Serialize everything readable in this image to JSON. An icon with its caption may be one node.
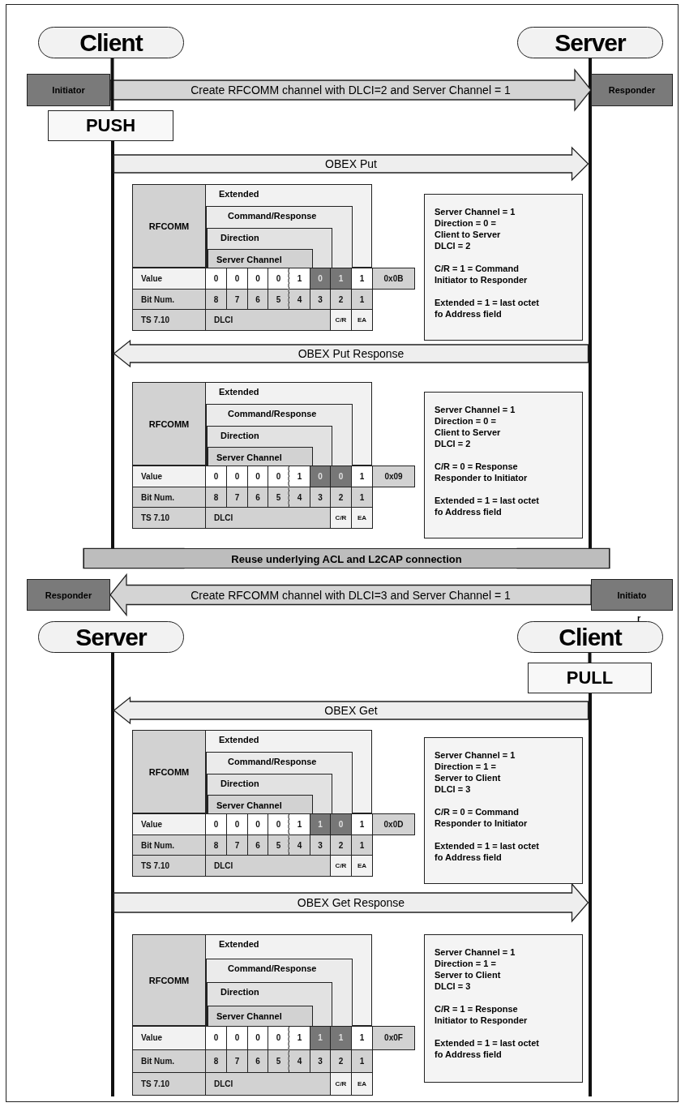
{
  "diagram": {
    "nodes": [
      {
        "text": [
          "Client"
        ]
      },
      {
        "text": [
          "Server"
        ]
      },
      {
        "text": [
          "Initiator"
        ]
      },
      {
        "text": [
          "Responder"
        ]
      },
      {
        "text": [
          "PUSH"
        ]
      },
      {
        "text": [
          "RFCOMM"
        ]
      },
      {
        "text": [
          "Extended"
        ]
      },
      {
        "text": [
          "Command/Response"
        ],
        "in": 6
      },
      {
        "text": [
          "Direction"
        ],
        "in": 7
      },
      {
        "text": [
          "Server Channel"
        ],
        "in": 8
      },
      {
        "text": [
          "Server Channel = 1",
          "Direction = 0 =",
          "Client to Server",
          "DLCI = 2",
          "C/R = 1 = Command",
          "Initiator to Responder",
          "Extended = 1 = last octet",
          "fo Address field"
        ]
      },
      {
        "text": [
          "RFCOMM"
        ]
      },
      {
        "text": [
          "Extended"
        ]
      },
      {
        "text": [
          "Command/Response"
        ],
        "in": 12
      },
      {
        "text": [
          "Direction"
        ],
        "in": 13
      },
      {
        "text": [
          "Server Channel"
        ],
        "in": 14
      },
      {
        "text": [
          "Server Channel = 1",
          "Direction = 0 =",
          "Client to Server",
          "DLCI = 2",
          "C/R = 0 = Response",
          "Responder to Initiator",
          "Extended = 1 = last octet",
          "fo Address field"
        ]
      },
      {
        "text": [
          "Reuse underlying ACL and L2CAP connection"
        ]
      },
      {
        "text": [
          "Responder"
        ]
      },
      {
        "text": [
          "Initiato"
        ]
      },
      {
        "text": [
          "Server"
        ]
      },
      {
        "text": [
          "Client"
        ]
      },
      {
        "text": [
          "PULL"
        ]
      },
      {
        "text": [
          "RFCOMM"
        ]
      },
      {
        "text": [
          "Extended"
        ]
      },
      {
        "text": [
          "Command/Response"
        ],
        "in": 24
      },
      {
        "text": [
          "Direction"
        ],
        "in": 25
      },
      {
        "text": [
          "Server Channel"
        ],
        "in": 26
      },
      {
        "text": [
          "Server Channel = 1",
          "Direction = 1 =",
          "Server to Client",
          "DLCI = 3",
          "C/R = 0 = Command",
          "Responder to Initiator",
          "Extended = 1 = last octet",
          "fo Address field"
        ]
      },
      {
        "text": [
          "RFCOMM"
        ]
      },
      {
        "text": [
          "Extended"
        ]
      },
      {
        "text": [
          "Command/Response"
        ],
        "in": 30
      },
      {
        "text": [
          "Direction"
        ],
        "in": 31
      },
      {
        "text": [
          "Server Channel"
        ],
        "in": 32
      },
      {
        "text": [
          "Server Channel = 1",
          "Direction = 1 =",
          "Server to Client",
          "DLCI = 3",
          "C/R = 1 = Response",
          "Initiator to Responder",
          "Extended = 1 = last octet",
          "fo Address field"
        ]
      },
      {
        "text": [],
        "shape": "bar"
      },
      {
        "text": [],
        "shape": "bar"
      },
      {
        "text": [],
        "shape": "bar"
      },
      {
        "text": [],
        "shape": "bar"
      }
    ],
    "edges": [
      {
        "from": 2,
        "to": 3,
        "arrow": "to",
        "label": "Create RFCOMM channel with DLCI=2 and Server Channel = 1",
        "color": "#d4d4d4"
      },
      {
        "from": 19,
        "to": 18,
        "arrow": "to",
        "label": "Create RFCOMM channel with DLCI=3 and Server Channel = 1",
        "color": "#d4d4d4"
      },
      {
        "from": 35,
        "to": 36,
        "arrow": "to",
        "label": "OBEX Put"
      },
      {
        "from": 36,
        "to": 35,
        "arrow": "to",
        "label": "OBEX Put Response"
      },
      {
        "from": 38,
        "to": 37,
        "arrow": "to",
        "label": "OBEX Get"
      },
      {
        "from": 37,
        "to": 38,
        "arrow": "to",
        "label": "OBEX Get Response"
      },
      {
        "from": 0,
        "to": 4,
        "arrow": "none"
      },
      {
        "from": 17,
        "to": 20,
        "arrow": "none"
      },
      {
        "from": 17,
        "to": 21,
        "arrow": "none"
      },
      {
        "from": 21,
        "to": 22,
        "arrow": "none"
      }
    ],
    "labels": [
      "Value",
      "0",
      "0",
      "0",
      "0",
      "1",
      "0",
      "1",
      "1",
      "0x0B",
      "Bit Num.",
      "8",
      "7",
      "6",
      "5",
      "4",
      "3",
      "2",
      "1",
      "TS 7.10",
      "DLCI",
      "C/R",
      "EA",
      "Value",
      "0",
      "0",
      "0",
      "0",
      "1",
      "0",
      "0",
      "1",
      "0x09",
      "Bit Num.",
      "8",
      "7",
      "6",
      "5",
      "4",
      "3",
      "2",
      "1",
      "TS 7.10",
      "DLCI",
      "C/R",
      "EA",
      "Value",
      "0",
      "0",
      "0",
      "0",
      "1",
      "1",
      "0",
      "1",
      "0x0D",
      "Bit Num.",
      "8",
      "7",
      "6",
      "5",
      "4",
      "3",
      "2",
      "1",
      "TS 7.10",
      "DLCI",
      "C/R",
      "EA",
      "Value",
      "0",
      "0",
      "0",
      "0",
      "1",
      "1",
      "1",
      "1",
      "0x0F",
      "Bit Num.",
      "8",
      "7",
      "6",
      "5",
      "4",
      "3",
      "2",
      "1",
      "TS 7.10",
      "DLCI",
      "C/R",
      "EA",
      "r"
    ]
  }
}
